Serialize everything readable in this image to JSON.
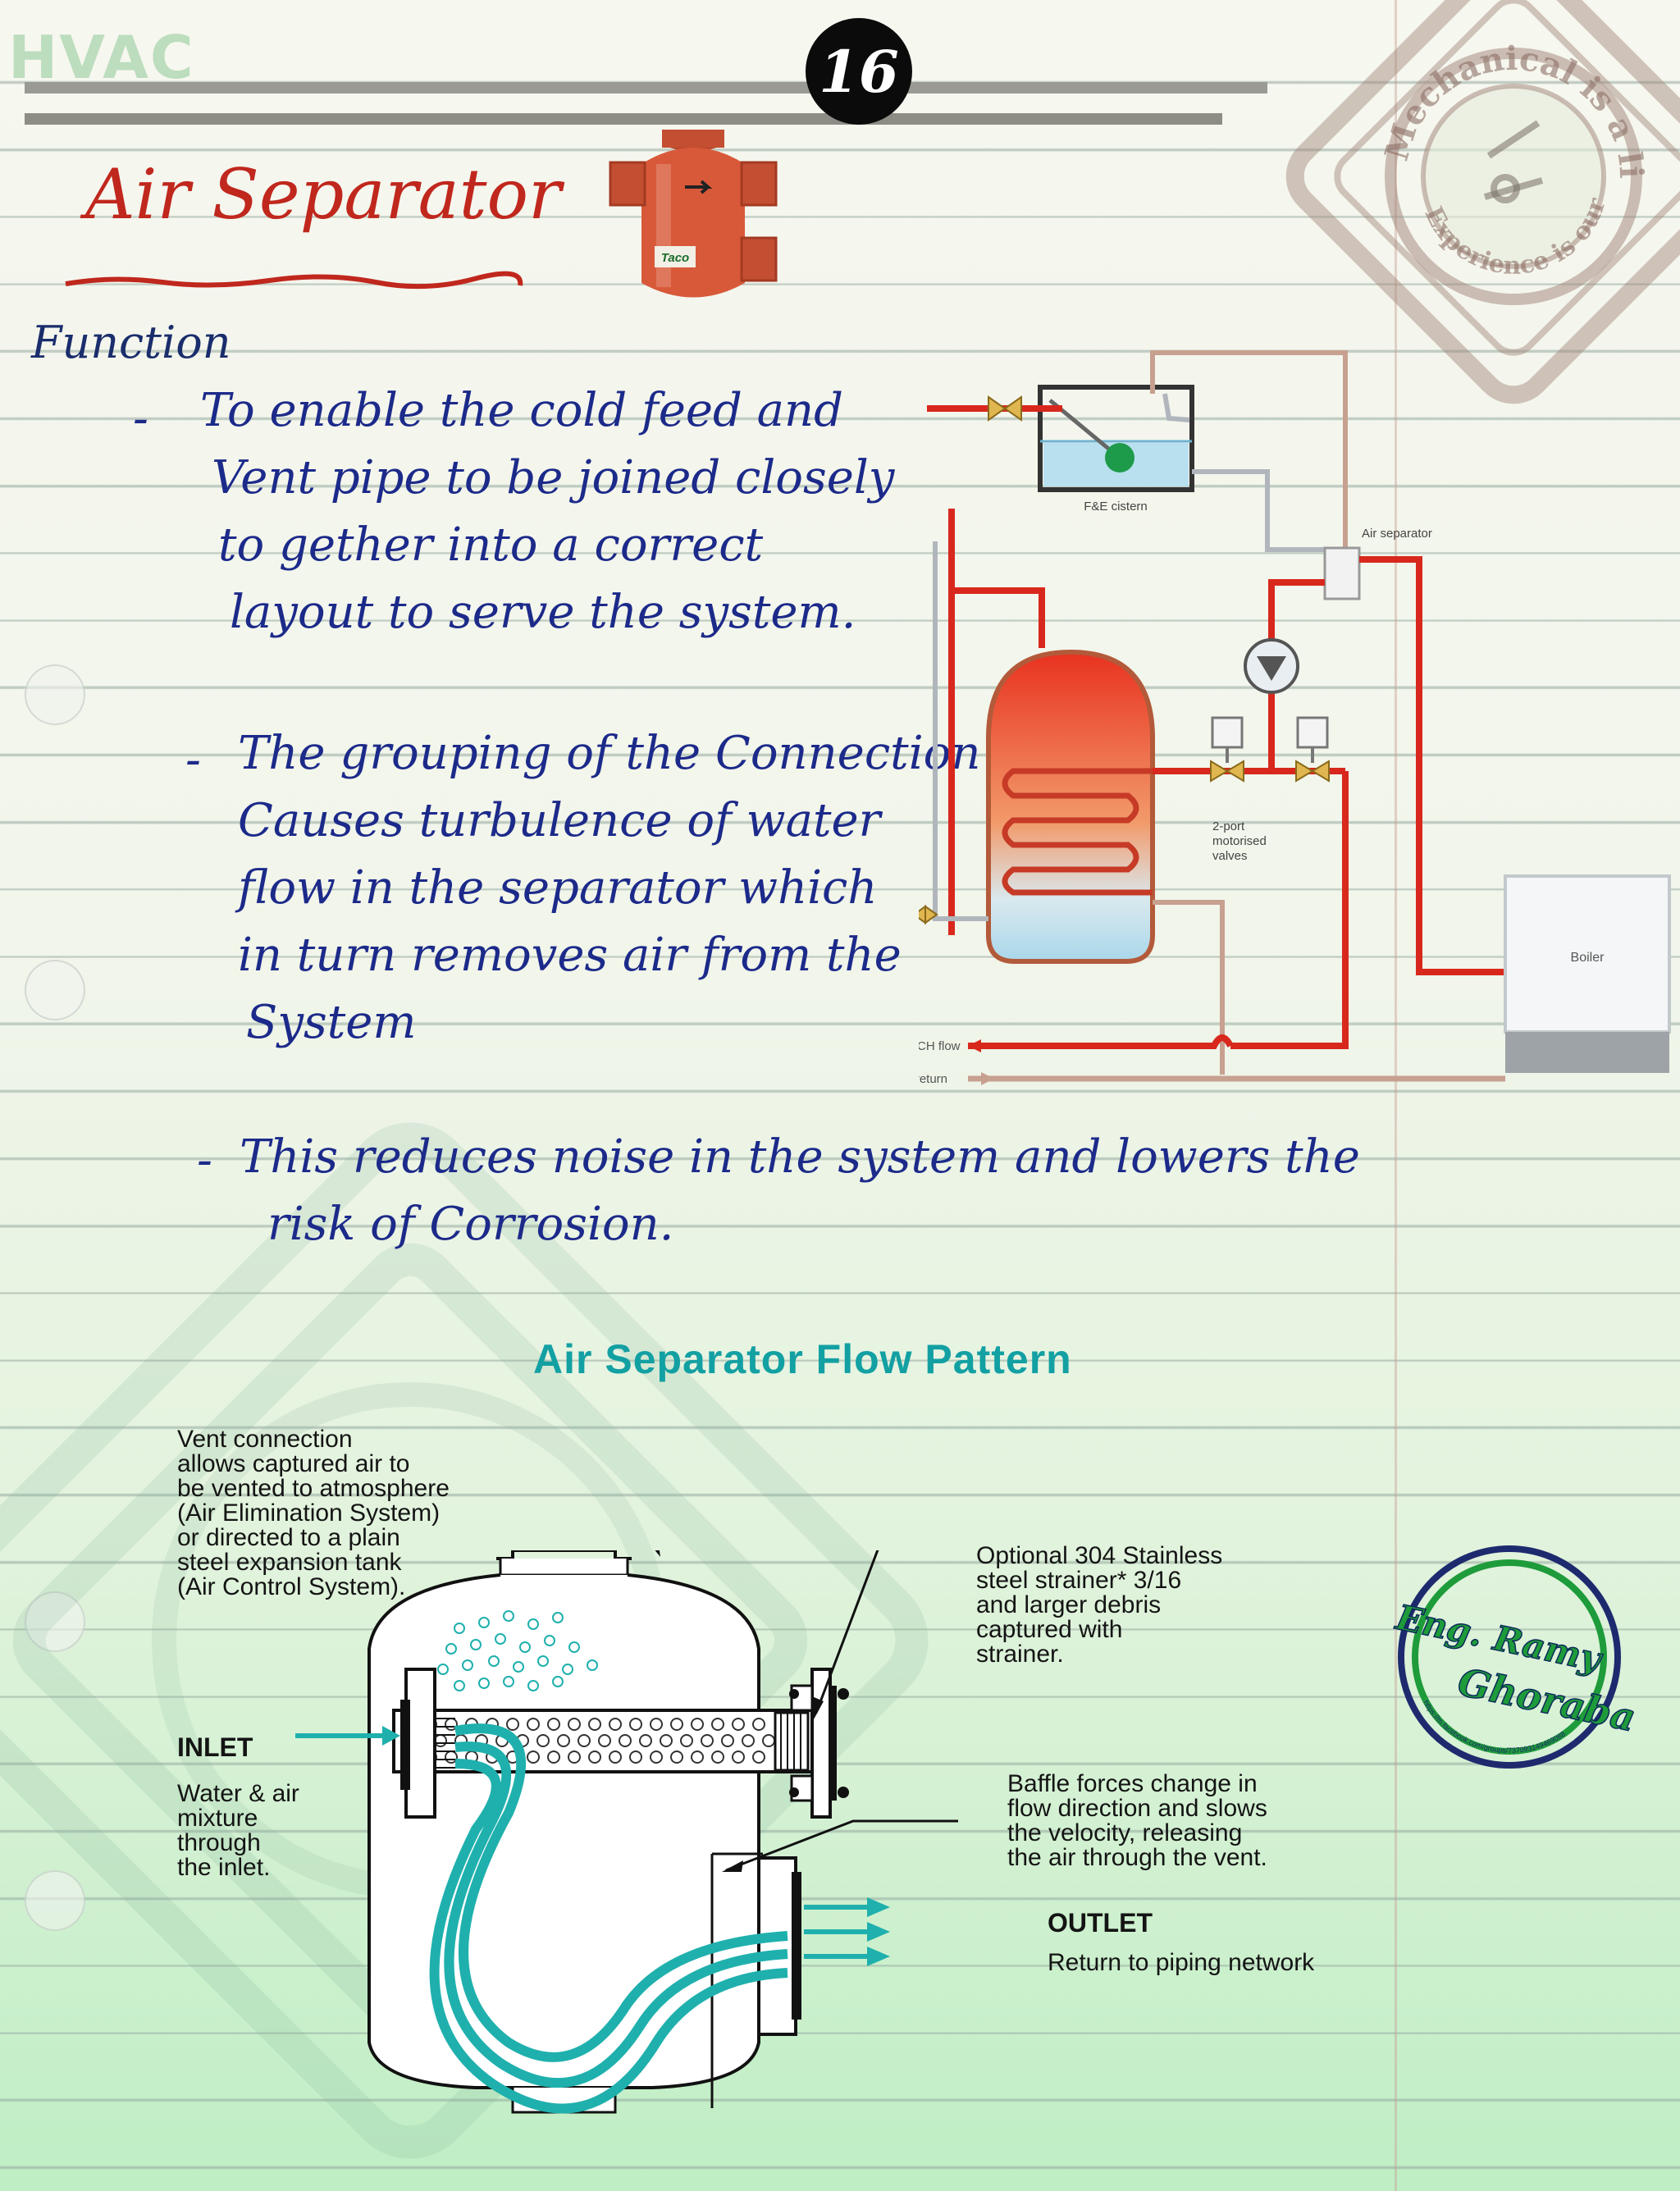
{
  "header": {
    "brand": "HVAC",
    "page_number": "16"
  },
  "title": "Air Separator",
  "function_heading": "Function",
  "bullets": [
    {
      "dash": "-",
      "lines": [
        "To enable the cold feed and",
        "Vent pipe to be joined closely",
        "to gether into a correct",
        "layout to serve the system."
      ]
    },
    {
      "dash": "-",
      "lines": [
        "The grouping of the Connection",
        "Causes turbulence of water",
        "flow in the separator which",
        "in turn removes air from the",
        "System"
      ]
    },
    {
      "dash": "-",
      "lines": [
        "This reduces noise in the system and lowers the",
        "risk of Corrosion."
      ]
    }
  ],
  "product_image": {
    "brand_label": "Taco"
  },
  "stamp": {
    "top_text": "Mechanical is a life",
    "bottom_text": "Experience is our aim"
  },
  "system_diagram": {
    "cistern_label": "F&E cistern",
    "air_separator_label": "Air separator",
    "valves_label": [
      "2-port",
      "motorised",
      "valves"
    ],
    "boiler_label": "Boiler",
    "ch_flow_label": "CH flow",
    "ch_return_label": "CH return",
    "colors": {
      "hot": "#d8281d",
      "return": "#c7a08f",
      "cold": "#b0b6bc"
    }
  },
  "flow_diagram": {
    "title": "Air Separator Flow Pattern",
    "vent_note": [
      "Vent connection",
      "allows captured air to",
      "be vented to atmosphere",
      "(Air Elimination System)",
      "or directed to a plain",
      "steel expansion tank",
      "(Air Control System)."
    ],
    "strainer_note": [
      "Optional 304 Stainless",
      "steel strainer* 3/16",
      "and larger debris",
      "captured with",
      "strainer."
    ],
    "inlet_label": "INLET",
    "inlet_note": [
      "Water & air",
      "mixture",
      "through",
      "the inlet."
    ],
    "baffle_note": [
      "Baffle forces change in",
      "flow direction and slows",
      "the velocity, releasing",
      "the air through the vent."
    ],
    "outlet_label": "OUTLET",
    "outlet_note": "Return to piping network",
    "colors": {
      "flow": "#1fb0ad"
    }
  },
  "author_badge": {
    "line1": "Eng. Ramy",
    "line2": "Ghoraba",
    "url": "https://m.facebook.com/groups/737093149469088"
  }
}
